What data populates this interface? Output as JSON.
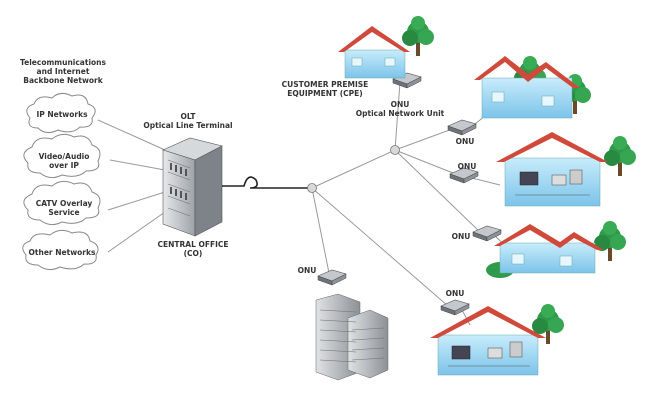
{
  "backbone": {
    "title": "Telecommunications\nand Internet\nBackbone Network"
  },
  "networks": [
    {
      "label": "IP Networks"
    },
    {
      "label": "Video/Audio\nover IP"
    },
    {
      "label": "CATV Overlay\nService"
    },
    {
      "label": "Other Networks"
    }
  ],
  "olt": {
    "label": "OLT\nOptical Line Terminal"
  },
  "central_office": {
    "label": "CENTRAL OFFICE\n(CO)"
  },
  "cpe": {
    "label": "CUSTOMER PREMISE\nEQUIPMENT (CPE)"
  },
  "onu_main": {
    "label": "ONU\nOptical Network Unit"
  },
  "onu": {
    "label": "ONU"
  },
  "colors": {
    "cloud_stroke": "#8a8a8a",
    "link": "#9a9a9a",
    "fiber": "#222222",
    "house_wall": "#9fd3ee",
    "roof": "#d04a3c",
    "tree": "#2f9a4a",
    "building": "#b8bcc0"
  }
}
